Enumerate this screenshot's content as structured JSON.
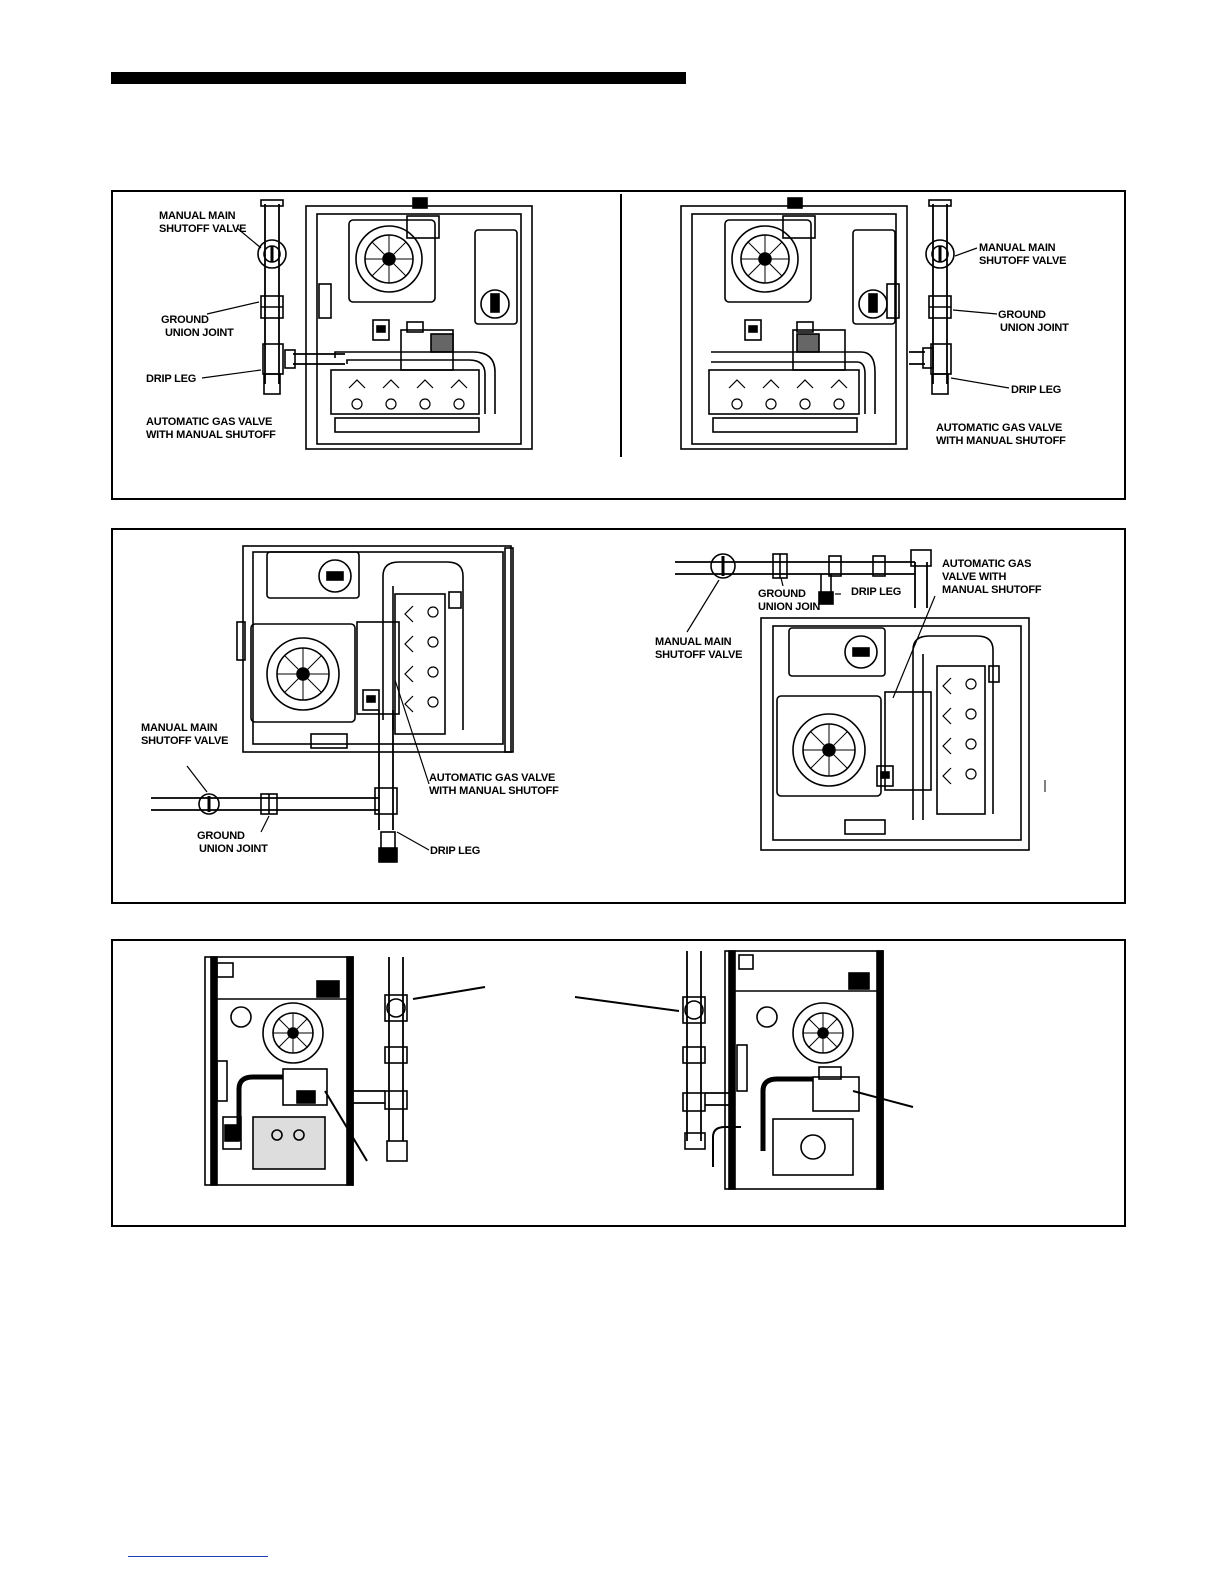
{
  "labels": {
    "manual_main_shutoff_valve": [
      "MANUAL MAIN",
      "SHUTOFF VALVE"
    ],
    "ground_union_joint": [
      "GROUND",
      "UNION JOINT"
    ],
    "ground_union_join": [
      "GROUND",
      "UNION JOIN"
    ],
    "drip_leg": "DRIP LEG",
    "automatic_gas_valve_manual_shutoff": [
      "AUTOMATIC GAS VALVE",
      "WITH MANUAL SHUTOFF"
    ],
    "automatic_gas_valve_with_manual_shutoff_3line": [
      "AUTOMATIC GAS",
      "VALVE  WITH",
      "MANUAL SHUTOFF"
    ]
  },
  "colors": {
    "ink": "#000000",
    "paper": "#ffffff",
    "footer_rule": "#1d3fb3"
  }
}
